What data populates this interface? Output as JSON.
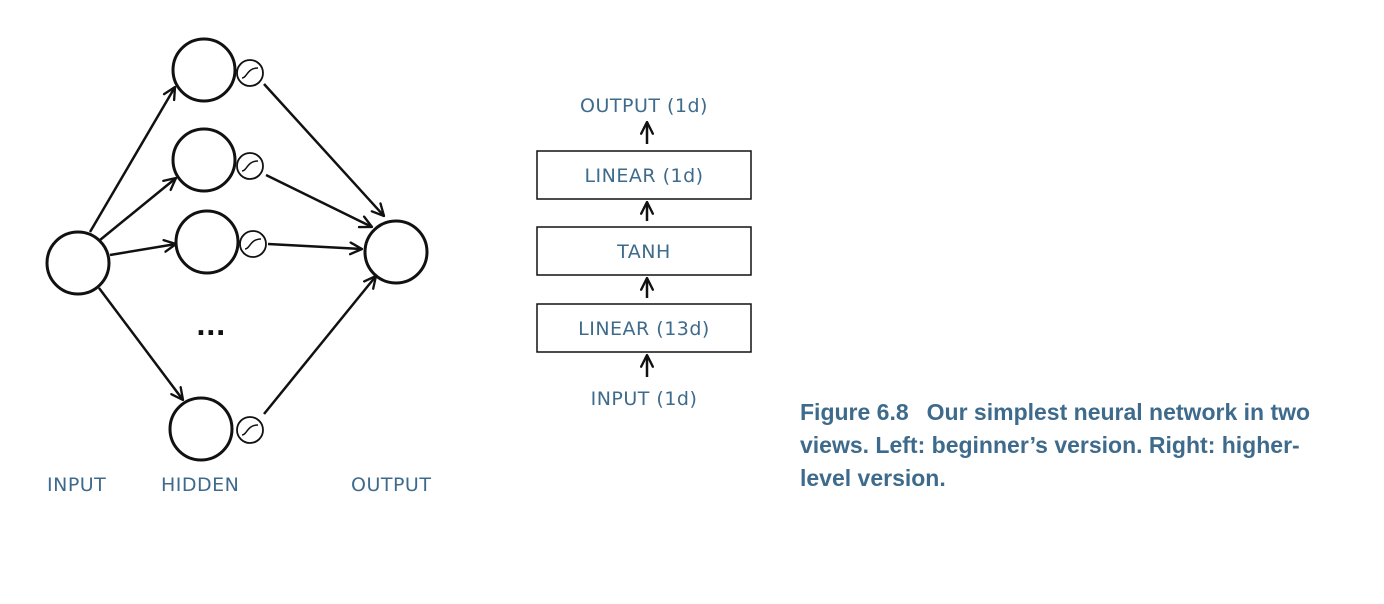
{
  "left_view": {
    "labels": {
      "input": "INPUT",
      "hidden": "HIDDEN",
      "output": "OUTPUT"
    },
    "ellipsis": "..."
  },
  "right_view": {
    "top_label": "OUTPUT (1d)",
    "boxes": [
      "LINEAR (1d)",
      "TANH",
      "LINEAR (13d)"
    ],
    "bottom_label": "INPUT (1d)"
  },
  "caption": {
    "figure_label": "Figure 6.8",
    "text": "Our simplest neural network in two views. Left: beginner’s version. Right: higher-level version."
  },
  "colors": {
    "label_blue": "#3e6b8c",
    "stroke": "#111111"
  }
}
